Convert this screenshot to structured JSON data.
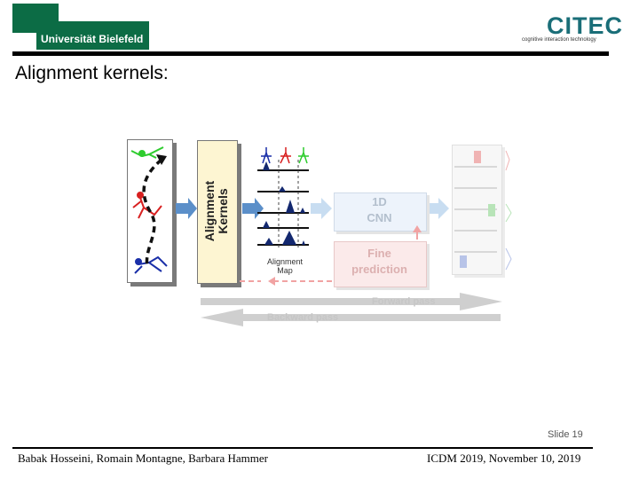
{
  "header": {
    "university_logo_text": "Universität Bielefeld",
    "citec_logo_text": "CITEC",
    "citec_tagline": "cognitive interaction technology"
  },
  "slide": {
    "title": "Alignment kernels:",
    "number": "Slide 19"
  },
  "diagram": {
    "kernels_label": "Alignment\nKernels",
    "map_label": "Alignment\nMap",
    "cnn_label": "1D\nCNN",
    "fine_label": "Fine\nprediction",
    "forward_label": "Forward pass",
    "backward_label": "Backward pass",
    "colors": {
      "kernel_fill": "#fdf5d2",
      "arrow_blue": "#5b8fc9",
      "map_peak": "#13286f",
      "skeleton_green": "#2ecc2e",
      "skeleton_red": "#d82020",
      "skeleton_blue": "#1a2fa8",
      "dashed_red": "#f1a3a3",
      "pass_arrow": "#c8c8c8"
    }
  },
  "footer": {
    "authors": "Babak Hosseini, Romain Montagne, Barbara Hammer",
    "venue": "ICDM 2019, November 10, 2019"
  }
}
